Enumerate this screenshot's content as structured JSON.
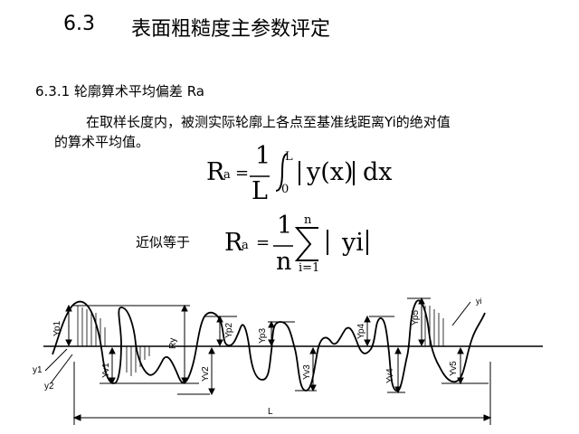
{
  "section": {
    "number": "6.3",
    "title": "表面粗糙度主参数评定"
  },
  "subsection": "6.3.1  轮廓算术平均偏差 Ra",
  "description": {
    "line1": "在取样长度内，被测实际轮廓上各点至基准线距离Yi的绝对值",
    "line2": "的算术平均值。"
  },
  "formula1": {
    "lhs_main": "R",
    "lhs_sub": "a",
    "equals": "=",
    "frac_num": "1",
    "frac_den": "L",
    "int_upper": "L",
    "int_lower": "0",
    "integrand": "y(x)",
    "differential": "dx"
  },
  "approx_label": "近似等于",
  "formula2": {
    "lhs_main": "R",
    "lhs_sub": "a",
    "equals": "=",
    "frac_num": "1",
    "frac_den": "n",
    "sum_upper": "n",
    "sum_lower": "i=1",
    "term": "yi"
  },
  "diagram": {
    "labels": {
      "yp1": "Yp1",
      "yp2": "Yp2",
      "yp3": "Yp3",
      "yp4": "Yp4",
      "yp5": "Yp5",
      "yv1": "Yv1",
      "yv2": "Yv2",
      "yv3": "Yv3",
      "yv4": "Yv4",
      "yv5": "Yv5",
      "ry": "Ry",
      "y1": "y1",
      "y2": "y2",
      "yi": "yi",
      "length": "L"
    }
  }
}
